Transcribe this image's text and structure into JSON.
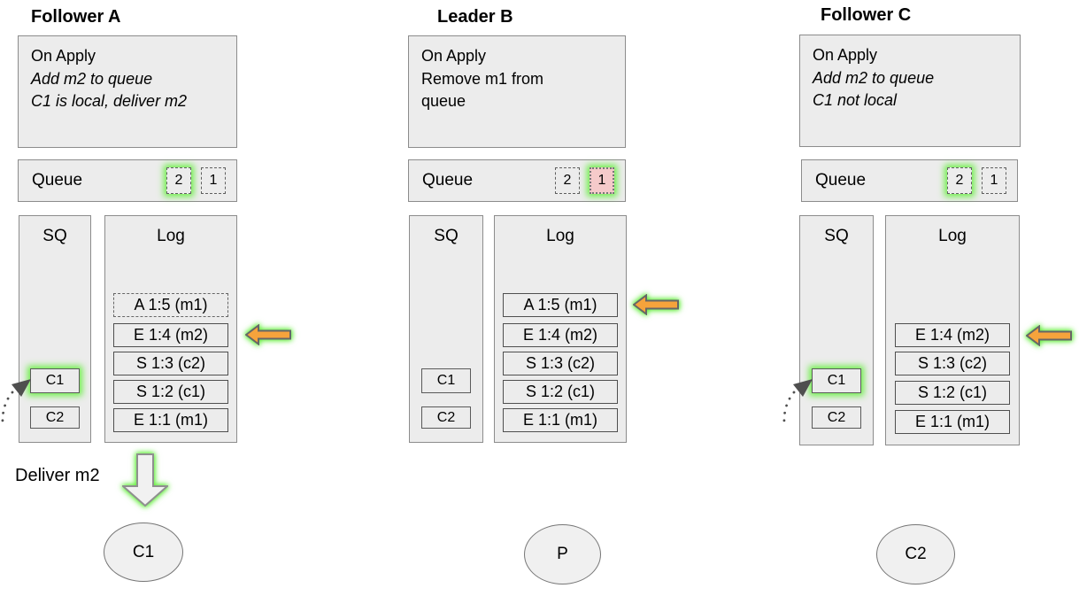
{
  "colors": {
    "panel_fill": "#ececec",
    "panel_border": "#8c8c8c",
    "entry_border": "#4f4f4f",
    "green_glow": "#60ee38",
    "orange_arrow_fill": "#f6a33c",
    "arrow_stroke": "#666666",
    "pink_slot_fill": "#f5caca",
    "deliver_arrow_fill": "#f1f1f1",
    "deliver_arrow_stroke": "#8f8f8f"
  },
  "columns": [
    {
      "title": "Follower A",
      "on_apply": {
        "lines": [
          "On Apply",
          "Add m2 to queue",
          "C1 is local, deliver m2"
        ]
      },
      "queue": {
        "label": "Queue",
        "slots": [
          "2",
          "1"
        ]
      },
      "sq": {
        "label": "SQ",
        "items": [
          "C1",
          "C2"
        ]
      },
      "log": {
        "label": "Log",
        "entries": [
          "A 1:5 (m1)",
          "E 1:4 (m2)",
          "S 1:3 (c2)",
          "S 1:2 (c1)",
          "E 1:1 (m1)"
        ]
      },
      "deliver_label": "Deliver m2",
      "node_label": "C1"
    },
    {
      "title": "Leader B",
      "on_apply": {
        "lines": [
          "On Apply",
          "Remove m1 from",
          "queue"
        ]
      },
      "queue": {
        "label": "Queue",
        "slots": [
          "2",
          "1"
        ]
      },
      "sq": {
        "label": "SQ",
        "items": [
          "C1",
          "C2"
        ]
      },
      "log": {
        "label": "Log",
        "entries": [
          "A 1:5 (m1)",
          "E 1:4 (m2)",
          "S 1:3 (c2)",
          "S 1:2 (c1)",
          "E 1:1 (m1)"
        ]
      },
      "node_label": "P"
    },
    {
      "title": "Follower C",
      "on_apply": {
        "lines": [
          "On Apply",
          "Add m2 to queue",
          "C1 not local"
        ]
      },
      "queue": {
        "label": "Queue",
        "slots": [
          "2",
          "1"
        ]
      },
      "sq": {
        "label": "SQ",
        "items": [
          "C1",
          "C2"
        ]
      },
      "log": {
        "label": "Log",
        "entries": [
          "E 1:4 (m2)",
          "S 1:3 (c2)",
          "S 1:2 (c1)",
          "E 1:1 (m1)"
        ]
      },
      "node_label": "C2"
    }
  ]
}
